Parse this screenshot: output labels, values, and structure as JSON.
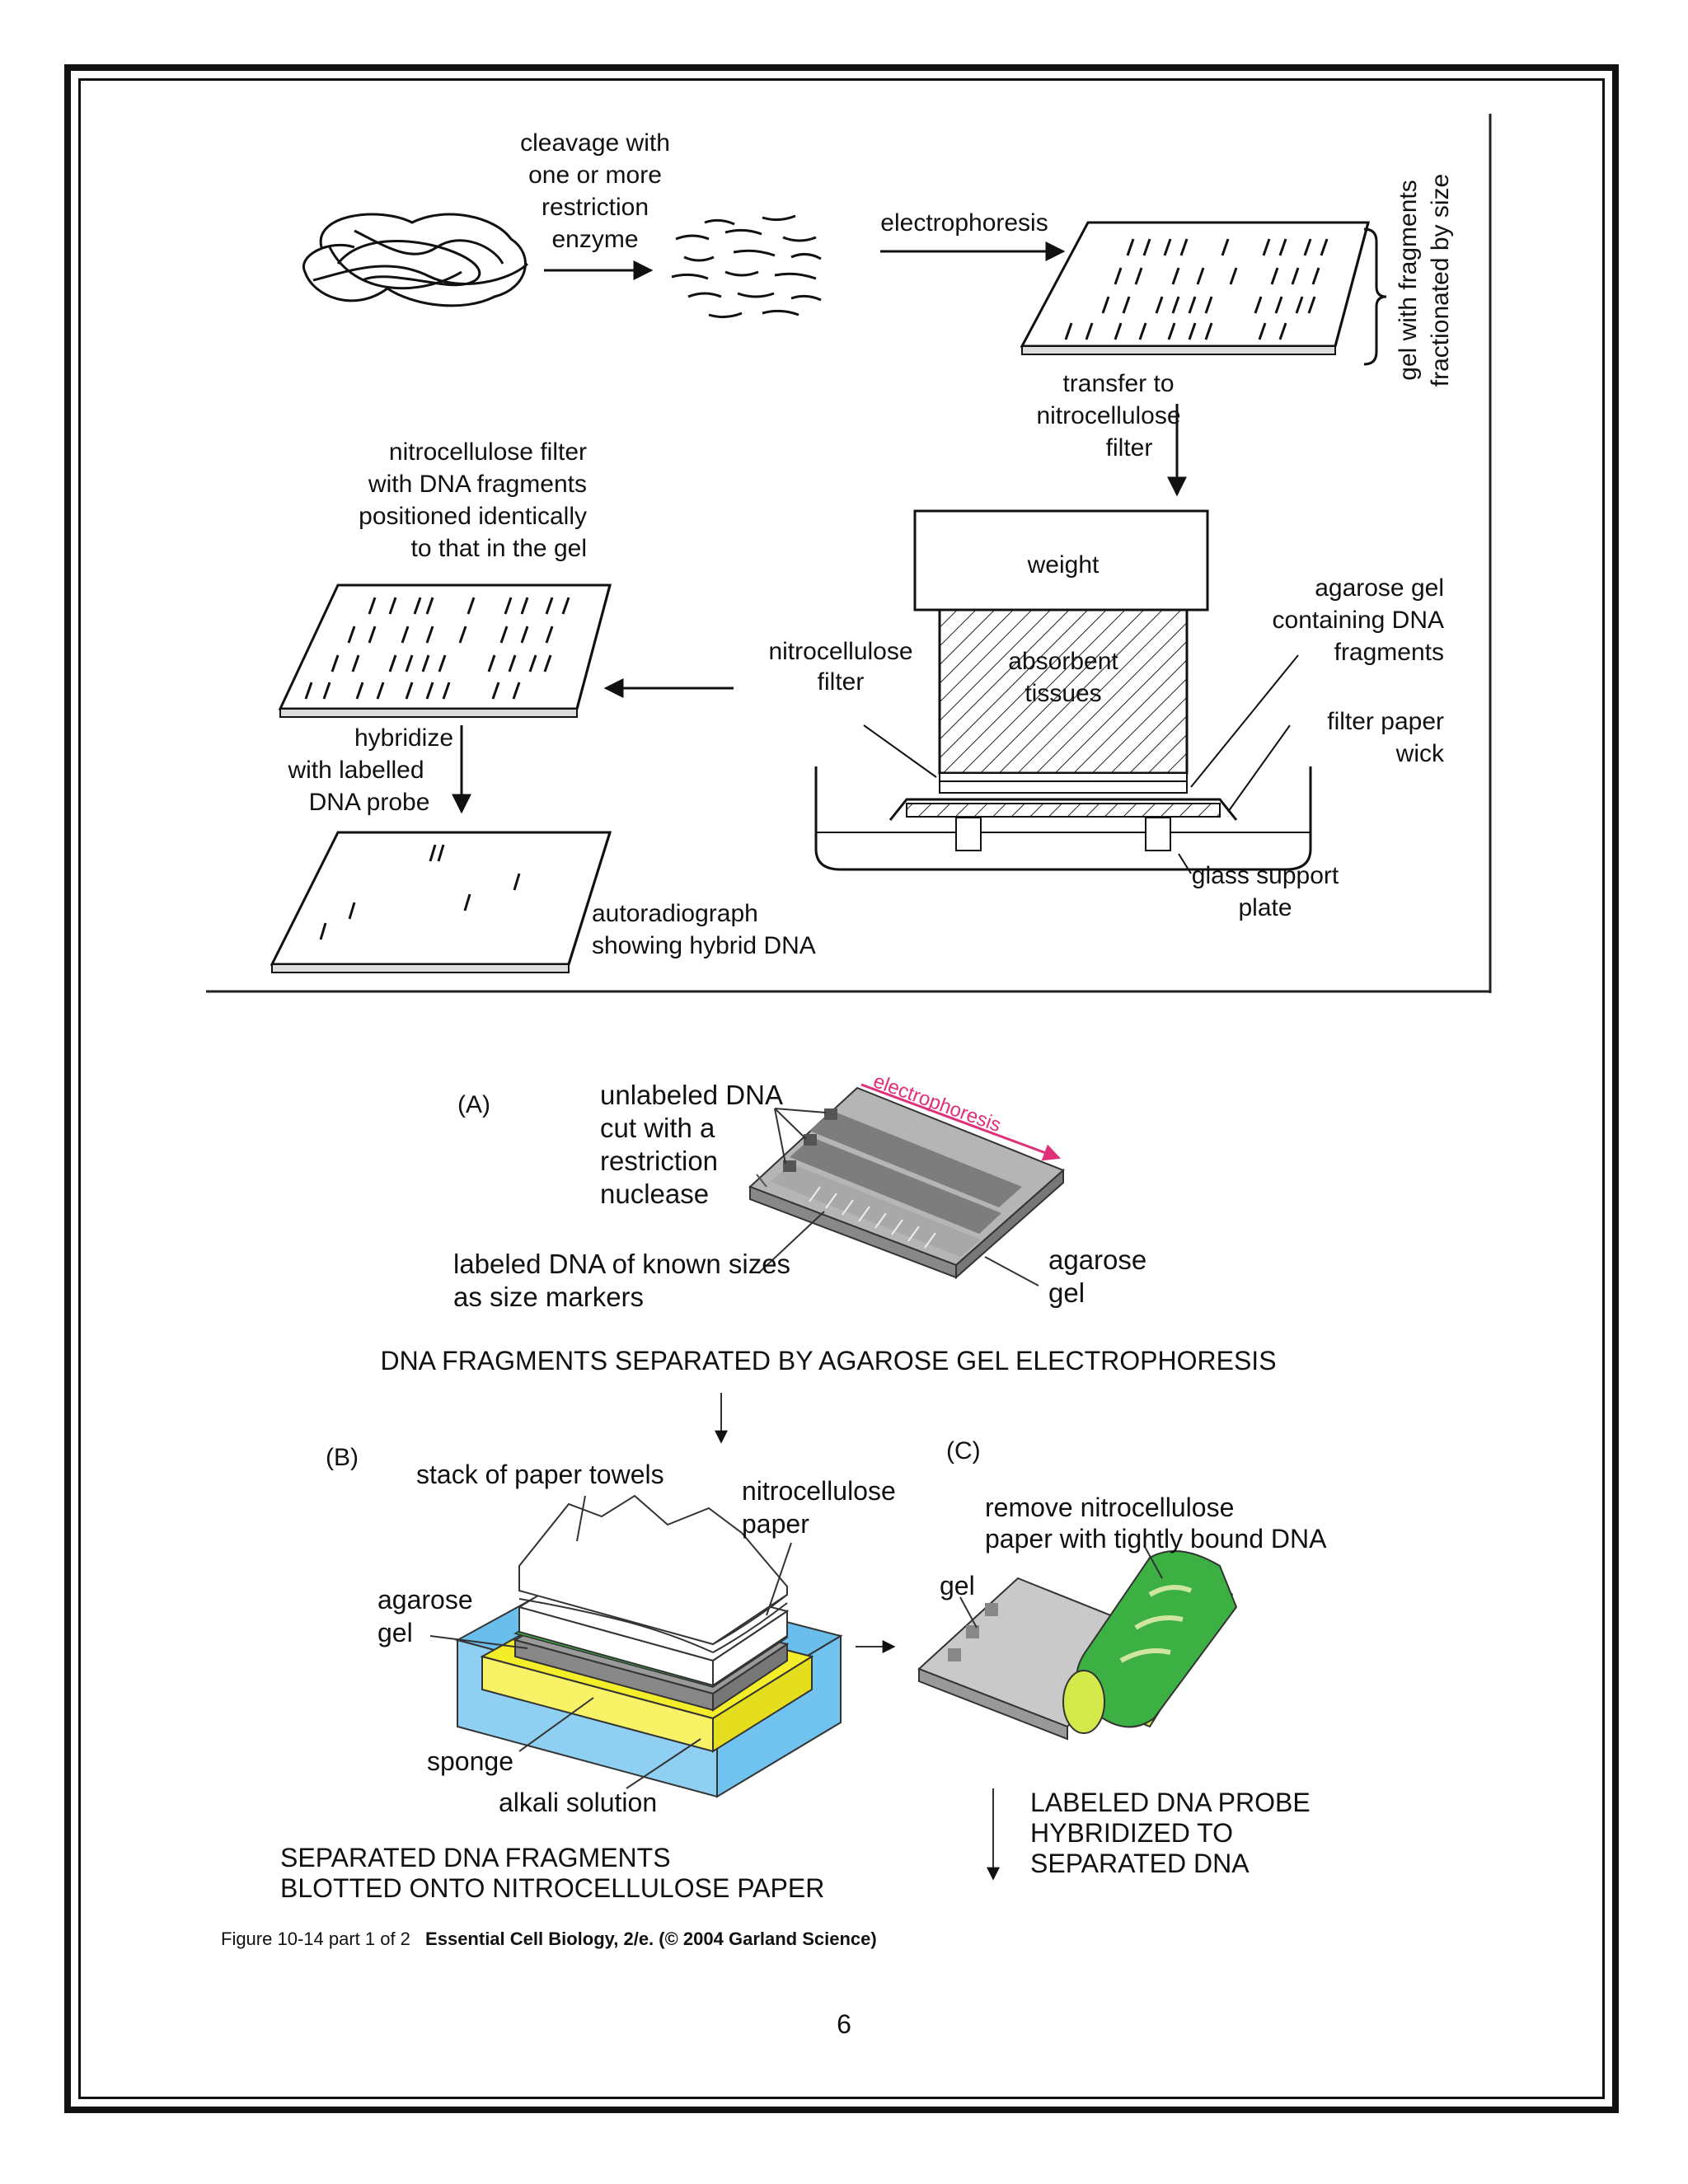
{
  "top_figure": {
    "cleavage": [
      "cleavage with",
      "one or more",
      "restriction",
      "enzyme"
    ],
    "electrophoresis": "electrophoresis",
    "gel_fragments": [
      "gel with fragments",
      "fractionated by size"
    ],
    "transfer": [
      "transfer to",
      "nitrocellulose",
      "filter"
    ],
    "nitro_filter_desc": [
      "nitrocellulose filter",
      "with DNA fragments",
      "positioned identically",
      "to that in the gel"
    ],
    "weight": "weight",
    "absorbent": [
      "absorbent",
      "tissues"
    ],
    "agarose": [
      "agarose gel",
      "containing DNA",
      "fragments"
    ],
    "nitro_filter_label": [
      "nitrocellulose",
      "filter"
    ],
    "filter_paper": [
      "filter paper",
      "wick"
    ],
    "hybridize": [
      "hybridize",
      "with labelled",
      "DNA probe"
    ],
    "glass": [
      "glass support",
      "plate"
    ],
    "autoradiograph": [
      "autoradiograph",
      "showing hybrid DNA"
    ]
  },
  "panel_a": {
    "tag": "(A)",
    "unlabeled": [
      "unlabeled DNA",
      "cut with a",
      "restriction",
      "nuclease"
    ],
    "electrophoresis": "electrophoresis",
    "labeled": [
      "labeled DNA of known sizes",
      "as size markers"
    ],
    "agarose": [
      "agarose",
      "gel"
    ],
    "caption": "DNA FRAGMENTS SEPARATED BY AGAROSE GEL ELECTROPHORESIS"
  },
  "panel_b": {
    "tag": "(B)",
    "towels": "stack of paper towels",
    "nitro": [
      "nitrocellulose",
      "paper"
    ],
    "agarose": [
      "agarose",
      "gel"
    ],
    "sponge": "sponge",
    "alkali": "alkali solution",
    "caption": [
      "SEPARATED DNA FRAGMENTS",
      "BLOTTED ONTO NITROCELLULOSE PAPER"
    ]
  },
  "panel_c": {
    "tag": "(C)",
    "remove": [
      "remove nitrocellulose",
      "paper with tightly bound DNA"
    ],
    "gel": "gel",
    "caption": [
      "LABELED DNA PROBE",
      "HYBRIDIZED TO",
      "SEPARATED DNA"
    ]
  },
  "figure_caption": {
    "prefix": "Figure 10-14 part 1 of 2",
    "source": "Essential Cell Biology, 2/e. (© 2004 Garland Science)"
  },
  "page_number": "6",
  "colors": {
    "magenta": "#e0307a",
    "green": "#3cb043",
    "yellow": "#f4ee2a",
    "blue": "#4fb3e8",
    "gray": "#9a9a9a"
  }
}
